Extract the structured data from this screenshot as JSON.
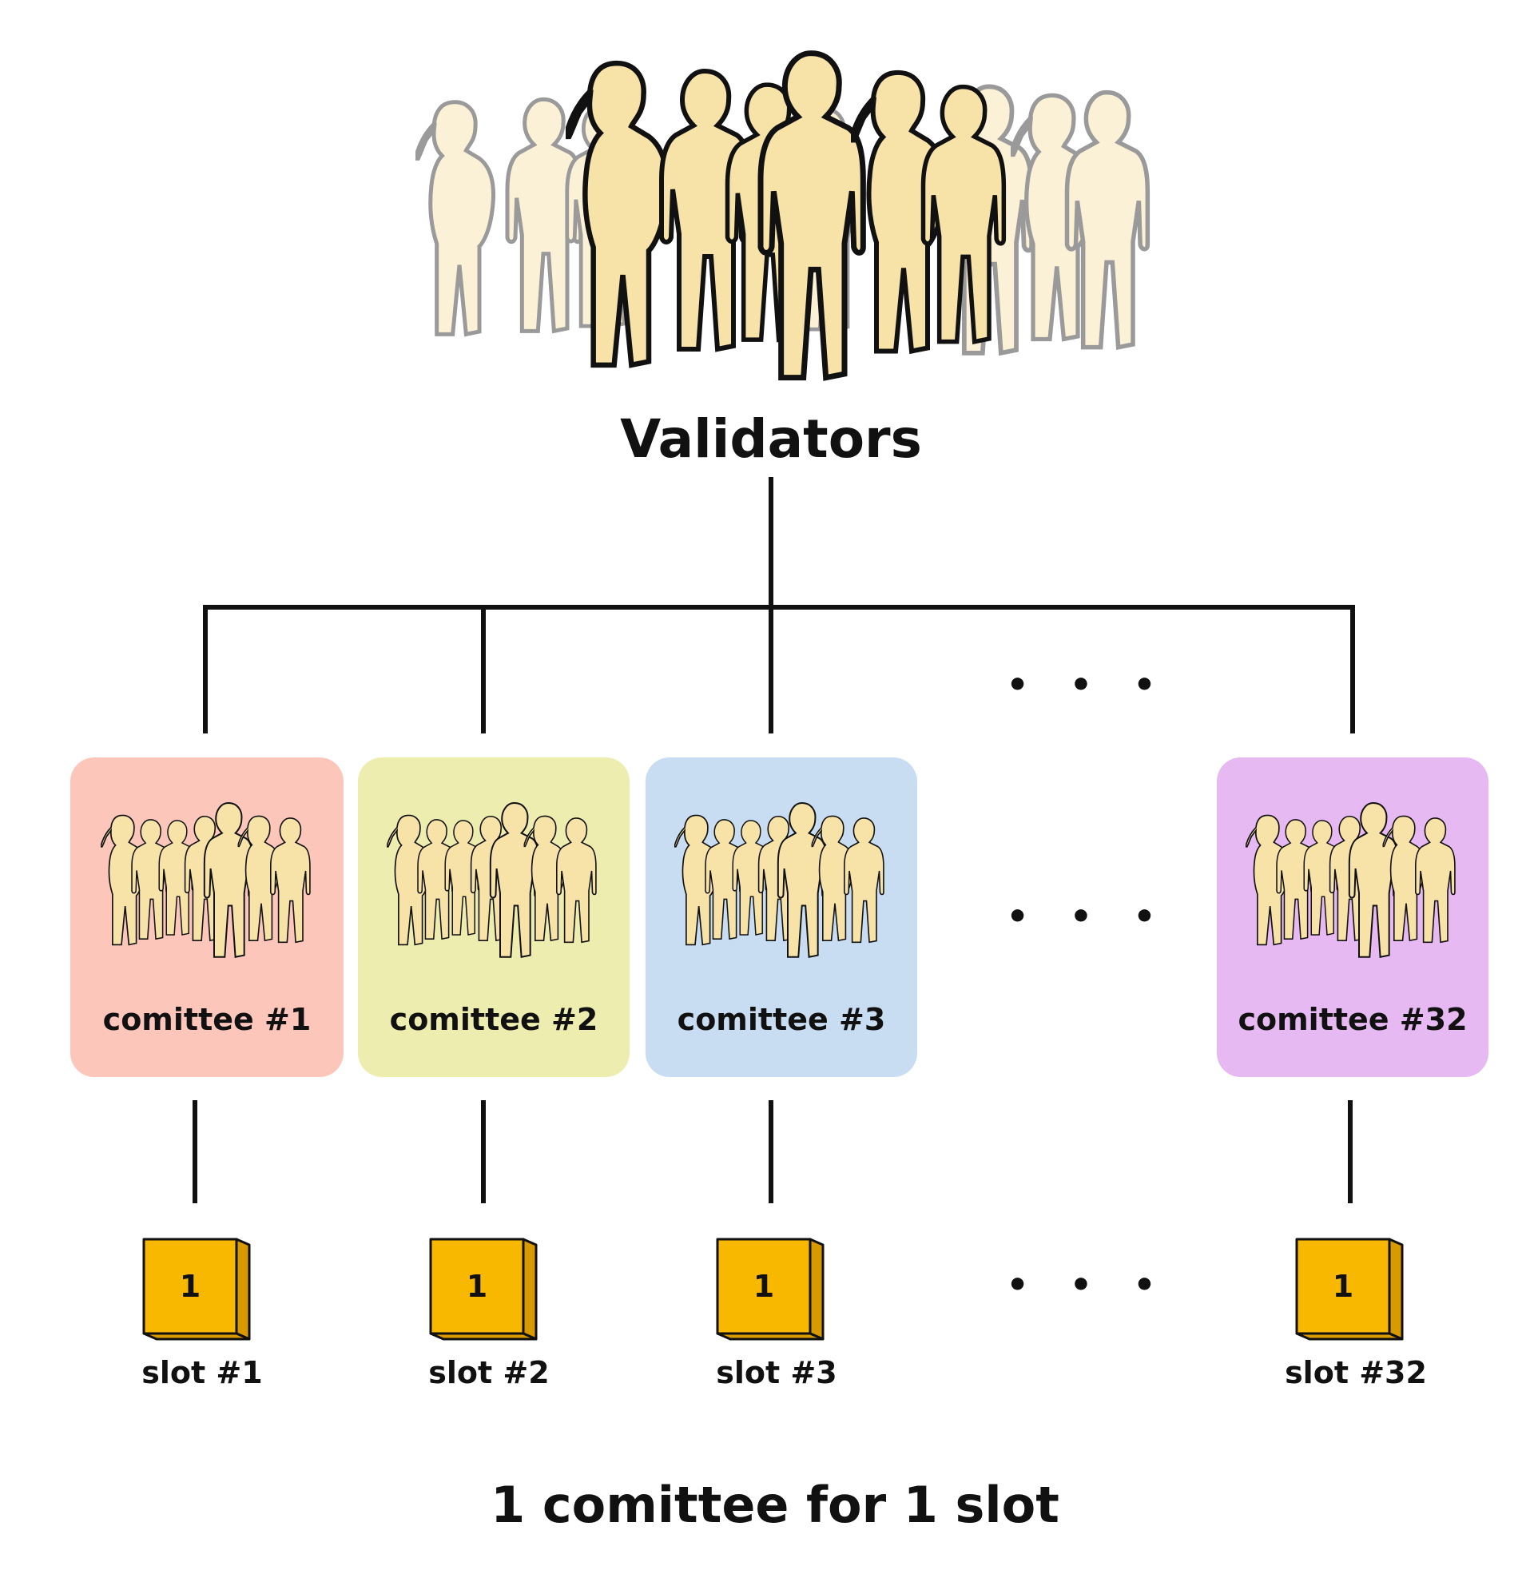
{
  "title": "Validators",
  "caption": "1 comittee for 1 slot",
  "ellipsis": "• • •",
  "colors": {
    "person_fill": "#f7e3a8",
    "person_fill_faded": "#fbf1d6",
    "person_stroke": "#111111",
    "person_stroke_faded": "#9a9a9a",
    "line": "#111111",
    "slot_front": "#f8b800",
    "slot_side": "#d99a00"
  },
  "committees": [
    {
      "label": "comittee #1",
      "color": "#fcc6bb",
      "slot_label": "slot #1",
      "slot_value": "1"
    },
    {
      "label": "comittee #2",
      "color": "#eeedb0",
      "slot_label": "slot #2",
      "slot_value": "1"
    },
    {
      "label": "comittee #3",
      "color": "#c8dcf2",
      "slot_label": "slot #3",
      "slot_value": "1"
    },
    {
      "label": "comittee #32",
      "color": "#e7b9f3",
      "slot_label": "slot #32",
      "slot_value": "1"
    }
  ]
}
